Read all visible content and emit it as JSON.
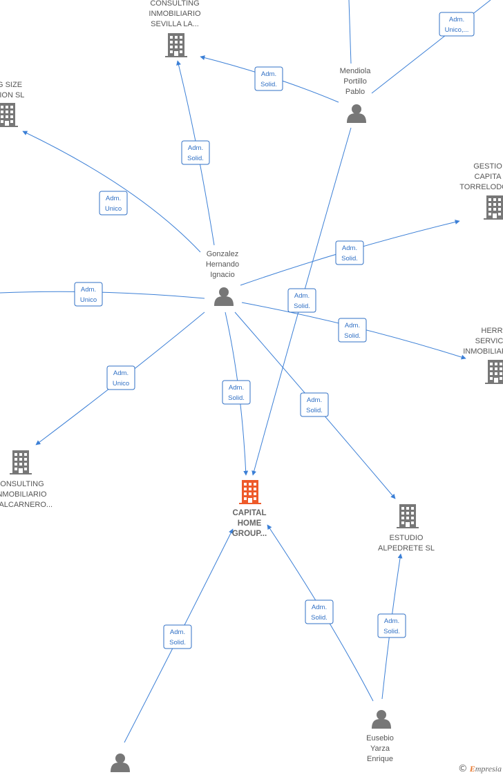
{
  "colors": {
    "edge": "#3b7fd6",
    "label_border": "#2f6fc4",
    "icon_gray": "#777777",
    "icon_highlight": "#ee5a2a"
  },
  "labels": {
    "adm_solid": [
      "Adm.",
      "Solid."
    ],
    "adm_unico": [
      "Adm.",
      "Unico"
    ],
    "adm_unico_trunc": [
      "Adm.",
      "Unico,..."
    ]
  },
  "nodes": [
    {
      "id": "consulting-sevilla",
      "type": "company",
      "lines": [
        "CONSULTING",
        "INMOBILIARIO",
        "SEVILLA LA..."
      ]
    },
    {
      "id": "size-ation",
      "type": "company",
      "lines": [
        "G SIZE",
        "TION  SL"
      ]
    },
    {
      "id": "mendiola",
      "type": "person",
      "lines": [
        "Mendiola",
        "Portillo",
        "Pablo"
      ]
    },
    {
      "id": "gestion-capital",
      "type": "company",
      "lines": [
        "GESTIO",
        "CAPITA",
        "TORRELODO"
      ]
    },
    {
      "id": "gonzalez",
      "type": "person",
      "lines": [
        "Gonzalez",
        "Hernando",
        "Ignacio"
      ]
    },
    {
      "id": "herr-servic",
      "type": "company",
      "lines": [
        "HERR",
        "SERVIC",
        "INMOBILIAR"
      ]
    },
    {
      "id": "consulting-valcarnero",
      "type": "company",
      "lines": [
        "CONSULTING",
        "INMOBILIARIO",
        "VALCARNERO..."
      ]
    },
    {
      "id": "capital-home",
      "type": "company-main",
      "lines": [
        "CAPITAL",
        "HOME",
        "GROUP..."
      ]
    },
    {
      "id": "estudio-alpedrete",
      "type": "company",
      "lines": [
        "ESTUDIO",
        "ALPEDRETE  SL"
      ]
    },
    {
      "id": "eusebio",
      "type": "person",
      "lines": [
        "Eusebio",
        "Yarza",
        "Enrique"
      ]
    },
    {
      "id": "bottom-person",
      "type": "person",
      "lines": []
    }
  ],
  "watermark": {
    "symbol": "©",
    "brand_initial": "E",
    "brand_rest": "mpresia"
  }
}
